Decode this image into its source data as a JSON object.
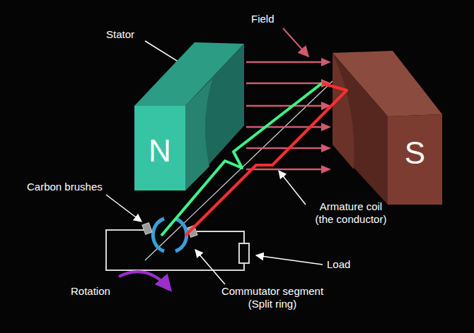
{
  "diagram": {
    "nodes": [
      {
        "text": [
          "N"
        ]
      },
      {
        "text": [
          "S"
        ]
      }
    ],
    "edges": [
      {
        "from": 0,
        "to": 1,
        "arrow": "to"
      },
      {
        "from": 0,
        "to": 1,
        "arrow": "to"
      },
      {
        "from": 0,
        "to": 1,
        "arrow": "to"
      },
      {
        "from": 0,
        "to": 1,
        "arrow": "to"
      },
      {
        "from": 0,
        "to": 1,
        "arrow": "to"
      },
      {
        "from": 0,
        "to": 1,
        "arrow": "to"
      }
    ],
    "labels": [
      "Stator",
      "Field",
      "Carbon brushes",
      "Armature coil (the conductor)",
      "Load",
      "Rotation",
      "Commutator segment (Split ring)"
    ]
  }
}
